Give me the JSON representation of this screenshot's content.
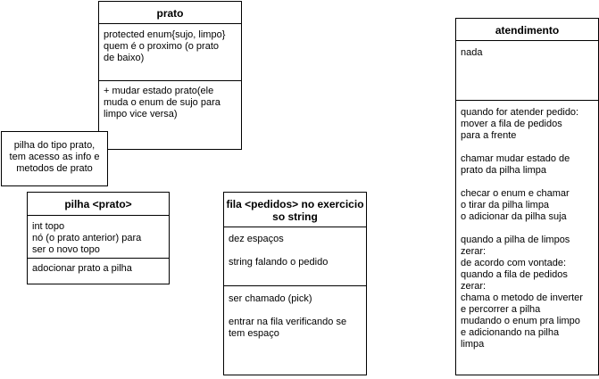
{
  "prato": {
    "title": "prato",
    "attributes": "protected enum{sujo, limpo}\nquem é o proximo (o prato\nde baixo)",
    "methods": "+ mudar estado prato(ele\nmuda o enum de sujo para\nlimpo vice versa)"
  },
  "note": {
    "text": "pilha do tipo prato,\ntem acesso as info e\nmetodos de prato"
  },
  "pilha": {
    "title": "pilha <prato>",
    "attributes": "int topo\nnó (o prato anterior) para\nser o novo topo",
    "methods": "adocionar prato a pilha"
  },
  "fila": {
    "title": "fila <pedidos> no exercicio\nso string",
    "attributes": "dez espaços\n\nstring falando o pedido",
    "methods": "ser chamado (pick)\n\nentrar na fila verificando se\ntem espaço"
  },
  "atendimento": {
    "title": "atendimento",
    "attributes": "nada",
    "methods": "quando for atender pedido:\nmover a fila de pedidos\npara a frente\n\nchamar mudar estado de\nprato da pilha limpa\n\nchecar o enum e chamar\no tirar da pilha limpa\no adicionar da pilha suja\n\nquando a pilha de limpos\nzerar:\nde acordo com vontade:\nquando a fila de pedidos\nzerar:\nchama o metodo de inverter\ne percorrer a pilha\nmudando o enum pra limpo\ne adicionando na pilha\nlimpa"
  }
}
